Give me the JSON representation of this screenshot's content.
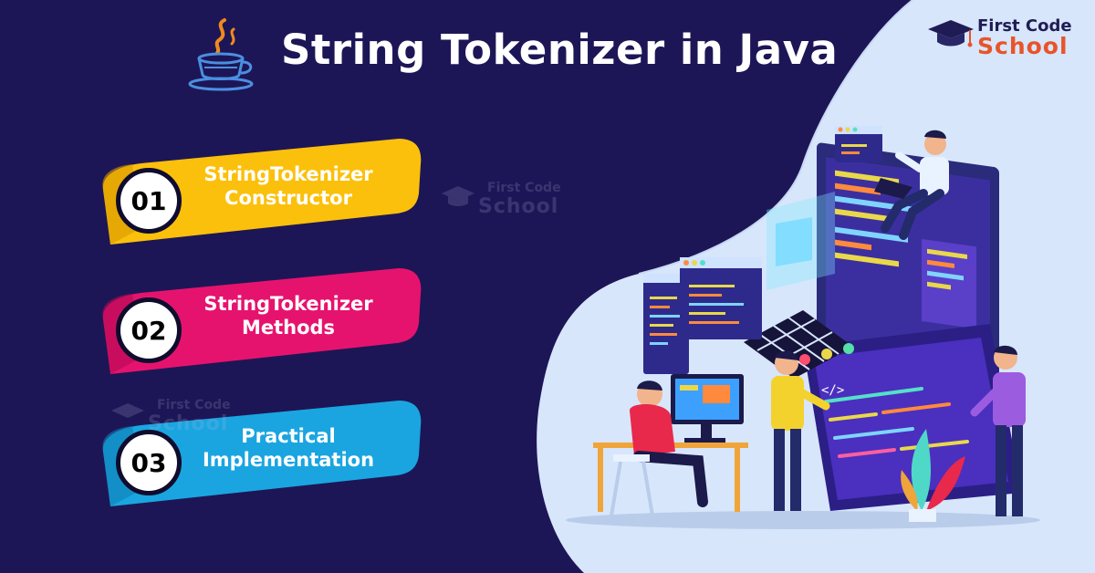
{
  "header": {
    "title": "String Tokenizer in Java"
  },
  "brand": {
    "line1": "First Code",
    "line2": "School"
  },
  "items": [
    {
      "number": "01",
      "line1": "StringTokenizer",
      "line2": "Constructor",
      "color": "#fbc00c"
    },
    {
      "number": "02",
      "line1": "StringTokenizer",
      "line2": "Methods",
      "color": "#e6136e"
    },
    {
      "number": "03",
      "line1": "Practical",
      "line2": "Implementation",
      "color": "#1aa5e0"
    }
  ],
  "watermarks": [
    {
      "line1": "First Code",
      "line2": "School"
    },
    {
      "line1": "First Code",
      "line2": "School"
    }
  ],
  "illustration": {
    "code_tag": "</>",
    "code_dots": "..."
  },
  "colors": {
    "background": "#1d1656",
    "panel": "#d7e6fb",
    "accent_orange": "#e8542a"
  },
  "icons": [
    "java-cup-icon",
    "graduation-cap-icon"
  ]
}
